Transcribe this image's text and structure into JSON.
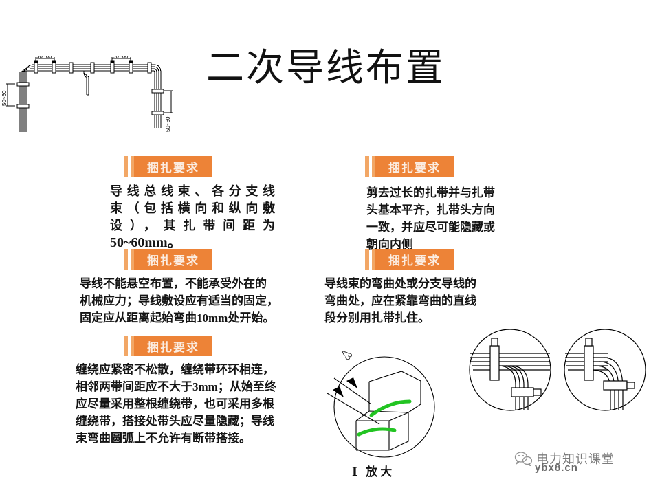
{
  "slide": {
    "title": "二次导线布置",
    "background_color": "#ffffff",
    "accent_color": "#ED8337",
    "accent_light_color": "#F2A766"
  },
  "sections": [
    {
      "badge_label": "捆扎要求",
      "body_lines": [
        "导线总线束、各分支线",
        "束（包括横向和纵向敷",
        "设），其扎带间距为",
        "50~60mm。"
      ],
      "body_text": "导线总线束、各分支线束（包括横向和纵向敷设），其扎带间距为50~60mm。",
      "highlight_value": "50~60mm"
    },
    {
      "badge_label": "捆扎要求",
      "body_lines": [
        "剪去过长的扎带并与扎带",
        "头基本平齐，扎带头方向",
        "一致，并应尽可能隐藏或",
        "朝向内侧"
      ],
      "body_text": "剪去过长的扎带并与扎带头基本平齐，扎带头方向一致，并应尽可能隐藏或朝向内侧"
    },
    {
      "badge_label": "捆扎要求",
      "body_lines": [
        "导线不能悬空布置，不能承受外在的",
        "机械应力；导线敷设应有适当的固定，",
        "固定应从距离起始弯曲10mm处开始。"
      ],
      "body_text": "导线不能悬空布置，不能承受外在的机械应力；导线敷设应有适当的固定，固定应从距离起始弯曲10mm处开始。",
      "highlight_value": "10mm"
    },
    {
      "badge_label": "捆扎要求",
      "body_lines": [
        "导线束的弯曲处或分支导线的",
        "弯曲处，应在紧靠弯曲的直线",
        "段分别用扎带扎住。"
      ],
      "body_text": "导线束的弯曲处或分支导线的弯曲处，应在紧靠弯曲的直线段分别用扎带扎住。"
    },
    {
      "badge_label": "捆扎要求",
      "body_lines": [
        "缠绕应紧密不松散，缠绕带环环相连，",
        "相邻两带间距应不大于3mm；从始至终",
        "应尽量采用整根缠绕带，也可采用多根",
        "缠绕带，搭接处带头应尽量隐藏；导线",
        "束弯曲圆弧上不允许有断带搭接。"
      ],
      "body_text": "缠绕应紧密不松散，缠绕带环环相连，相邻两带间距应不大于3mm；从始至终应尽量采用整根缠绕带，也可采用多根缠绕带，搭接处带头应尽量隐藏；导线束弯曲圆弧上不允许有断带搭接。",
      "highlight_value": "3mm"
    }
  ],
  "figures": {
    "harness_drawing": {
      "name": "wire-harness-layout-drawing",
      "dimension_labels": [
        "50~60",
        "50~60",
        "50~60",
        "50~60"
      ]
    },
    "detail_circle": {
      "name": "tape-wrap-detail-enlarged",
      "caption": "Ⅰ 放大",
      "annotation": "<3",
      "tape_color": "#22C422"
    },
    "branch_circles": {
      "name": "cable-tie-branch-details",
      "count": 2
    }
  },
  "watermark": {
    "icon": "wechat-icon",
    "brand": "电力知识课堂",
    "site": "ybx8.cn"
  }
}
